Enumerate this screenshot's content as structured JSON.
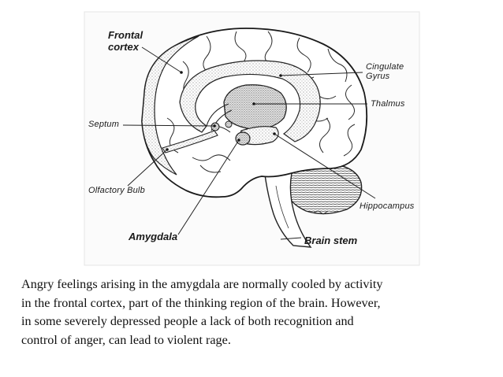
{
  "diagram": {
    "labels": {
      "frontal_cortex_line1": "Frontal",
      "frontal_cortex_line2": "cortex",
      "cingulate_line1": "Cingulate",
      "cingulate_line2": "Gyrus",
      "thalamus": "Thalmus",
      "septum": "Septum",
      "olfactory_bulb": "Olfactory Bulb",
      "hippocampus": "Hippocampus",
      "amygdala": "Amygdala",
      "brain_stem": "Brain stem"
    }
  },
  "caption": {
    "line1": "Angry feelings arising in the amygdala are normally cooled by activity",
    "line2": "in the frontal cortex, part of the thinking region of the brain. However,",
    "line3": "in some severely depressed people a lack of both recognition and",
    "line4": "control of anger, can lead to violent rage."
  }
}
